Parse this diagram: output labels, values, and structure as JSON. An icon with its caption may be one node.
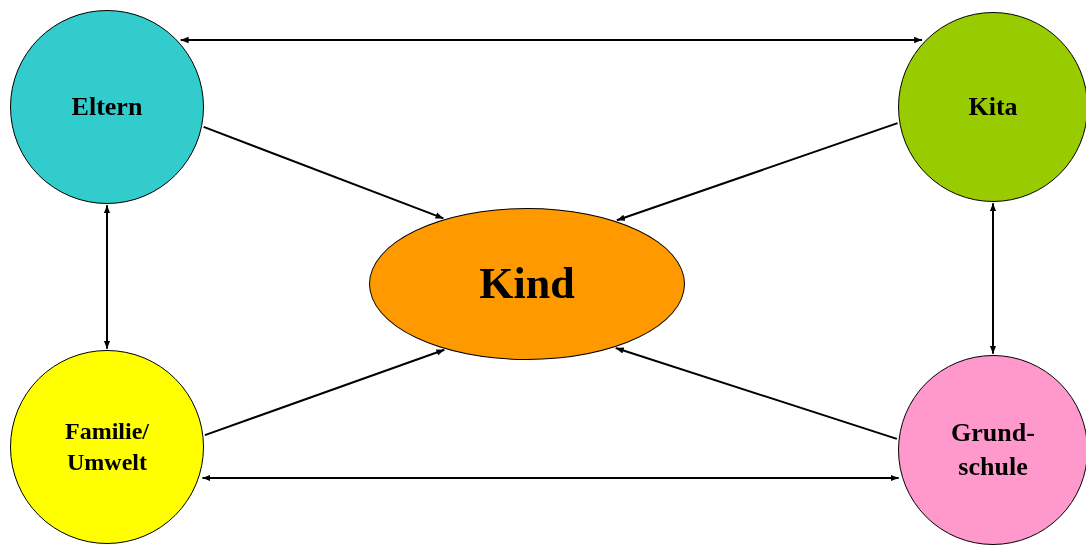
{
  "diagram": {
    "nodes": [
      {
        "text": [
          "Eltern"
        ]
      },
      {
        "text": [
          "Kita"
        ]
      },
      {
        "text": [
          "Kind"
        ]
      },
      {
        "text": [
          "Familie/ Umwelt"
        ]
      },
      {
        "text": [
          "Grund- schule"
        ]
      }
    ],
    "edges": [
      {
        "from": 0,
        "to": 1,
        "arrow": "both"
      },
      {
        "from": 0,
        "to": 2,
        "arrow": "to"
      },
      {
        "from": 1,
        "to": 2,
        "arrow": "to"
      },
      {
        "from": 0,
        "to": 3,
        "arrow": "both"
      },
      {
        "from": 1,
        "to": 4,
        "arrow": "both"
      },
      {
        "from": 3,
        "to": 2,
        "arrow": "to"
      },
      {
        "from": 4,
        "to": 2,
        "arrow": "to"
      },
      {
        "from": 3,
        "to": 4,
        "arrow": "both"
      }
    ]
  }
}
